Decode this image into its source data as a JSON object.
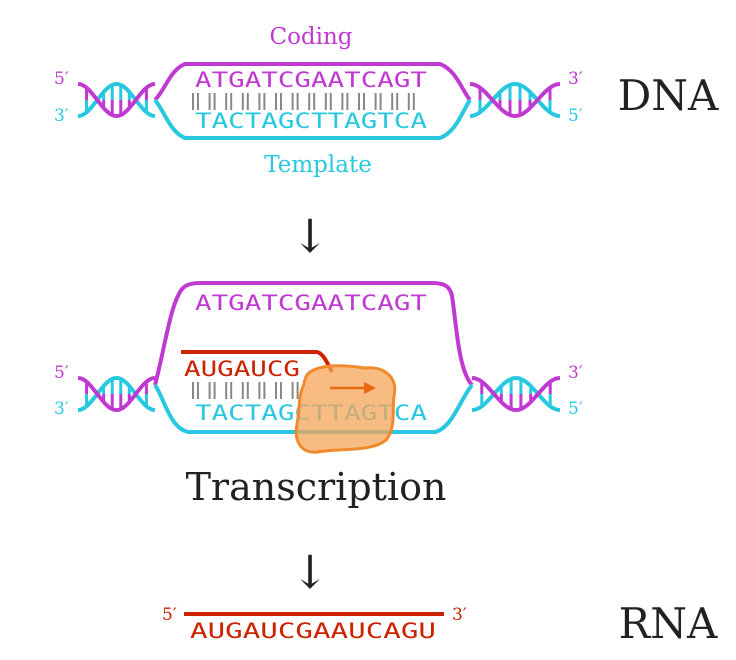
{
  "colors": {
    "coding": "#c03ad2",
    "template": "#28c8e0",
    "rna": "#cc2200",
    "text": "#222222",
    "rungs": "#888888",
    "polymerase_fill": "#f5a55a",
    "polymerase_stroke": "#f08a2c",
    "arrow": "#e86a10"
  },
  "dna": {
    "coding_label": "Coding",
    "template_label": "Template",
    "coding_seq": "ATGATCGAATCAGT",
    "template_seq": "TACTAGCTTAGTCA",
    "title": "DNA",
    "left_top_end": "5′",
    "left_bottom_end": "3′",
    "right_top_end": "3′",
    "right_bottom_end": "5′"
  },
  "arrows": [
    "↓",
    "↓"
  ],
  "transcription": {
    "coding_seq": "ATGATCGAATCAGT",
    "template_seq": "TACTAGCTTAGTCA",
    "rna_partial": "AUGAUCG",
    "label": "Transcription",
    "left_top_end": "5′",
    "left_bottom_end": "3′",
    "right_top_end": "3′",
    "right_bottom_end": "5′"
  },
  "rna": {
    "seq": "AUGAUCGAAUCAGU",
    "title": "RNA",
    "left_end": "5′",
    "right_end": "3′"
  }
}
